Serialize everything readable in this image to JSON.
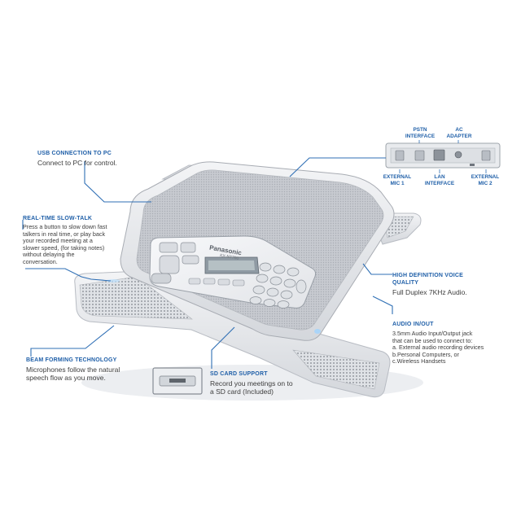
{
  "product": {
    "brand": "Panasonic",
    "model": "KX-NT700"
  },
  "callouts": {
    "usb": {
      "title": "USB CONNECTION TO PC",
      "text": "Connect to PC for control."
    },
    "slow_talk": {
      "title": "REAL-TIME SLOW-TALK",
      "lines": [
        "Press a button to slow down fast",
        "talkers  in real time, or play back",
        "your recorded meeting at a",
        "slower speed, (for taking notes)",
        "without delaying the",
        "conversation."
      ]
    },
    "beam": {
      "title": "BEAM FORMING TECHNOLOGY",
      "lines": [
        "Microphones follow the natural",
        "speech flow as you move."
      ]
    },
    "sd": {
      "title": "SD CARD SUPPORT",
      "lines": [
        "Record you meetings on to",
        "a SD card (Included)"
      ]
    },
    "hd_voice": {
      "title_lines": [
        "HIGH DEFINITION VOICE",
        "QUALITY"
      ],
      "text": "Full Duplex 7KHz Audio."
    },
    "audio": {
      "title": "AUDIO IN/OUT",
      "lines": [
        "3.5mm Audio Input/Output jack",
        "that can be used to connect to:",
        "a.  External audio recording devices",
        "b.Personal Computers, or",
        "c.Wireless Handsets"
      ]
    }
  },
  "ports": {
    "pstn": [
      "PSTN",
      "INTERFACE"
    ],
    "ac": [
      "AC",
      "ADAPTER"
    ],
    "ext_mic1": [
      "EXTERNAL",
      "MIC 1"
    ],
    "lan": [
      "LAN",
      "INTERFACE"
    ],
    "ext_mic2": [
      "EXTERNAL",
      "MIC 2"
    ]
  },
  "colors": {
    "accent": "#1f5fa8",
    "leader_line": "#2f6fb5",
    "device_body": "#e6e8ec",
    "speaker_grille": "#c9ccd1"
  }
}
